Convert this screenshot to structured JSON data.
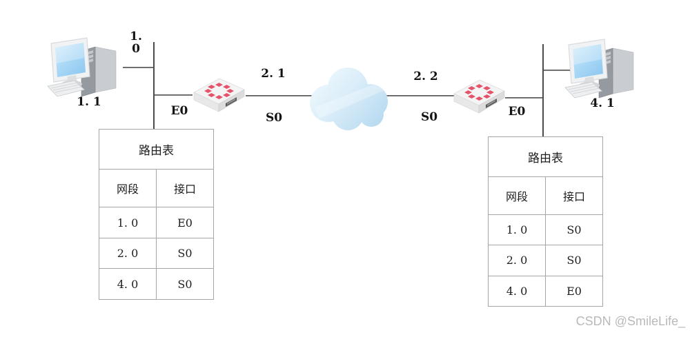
{
  "diagram": {
    "pc_left_label": "1. 1",
    "pc_right_label": "4. 1",
    "net1_line1": "1.",
    "net1_line2": "0",
    "e0_left": "E0",
    "e0_right": "E0",
    "link_left_top": "2. 1",
    "link_left_bottom": "S0",
    "link_right_top": "2. 2",
    "link_right_bottom": "S0"
  },
  "routing_table_left": {
    "title": "路由表",
    "headers": [
      "网段",
      "接口"
    ],
    "rows": [
      [
        "1. 0",
        "E0"
      ],
      [
        "2. 0",
        "S0"
      ],
      [
        "4. 0",
        "S0"
      ]
    ]
  },
  "routing_table_right": {
    "title": "路由表",
    "headers": [
      "网段",
      "接口"
    ],
    "rows": [
      [
        "1. 0",
        "S0"
      ],
      [
        "2. 0",
        "S0"
      ],
      [
        "4. 0",
        "E0"
      ]
    ]
  },
  "watermark": "CSDN @SmileLife_",
  "colors": {
    "router_accent": "#e4536a",
    "cloud_top": "#f2fafd",
    "cloud_bottom": "#b3d8ef",
    "screen_blue": "#9fd1f3",
    "wire": "#474747",
    "table_border": "#a5a5a5",
    "watermark_gray": "#b9b9b9"
  }
}
